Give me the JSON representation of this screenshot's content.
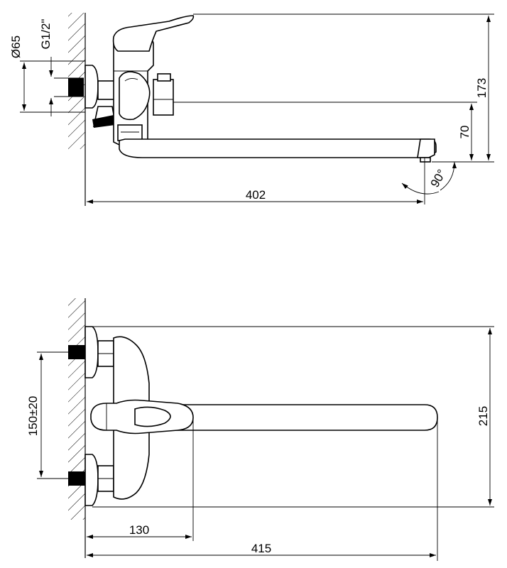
{
  "side_view": {
    "dim_diameter": "Ø65",
    "dim_thread": "G1/2\"",
    "dim_height": "173",
    "dim_outlet_height": "70",
    "dim_angle": "90°",
    "dim_length": "402"
  },
  "top_view": {
    "dim_centers": "150±20",
    "dim_width": "215",
    "dim_handle": "130",
    "dim_length": "415"
  }
}
